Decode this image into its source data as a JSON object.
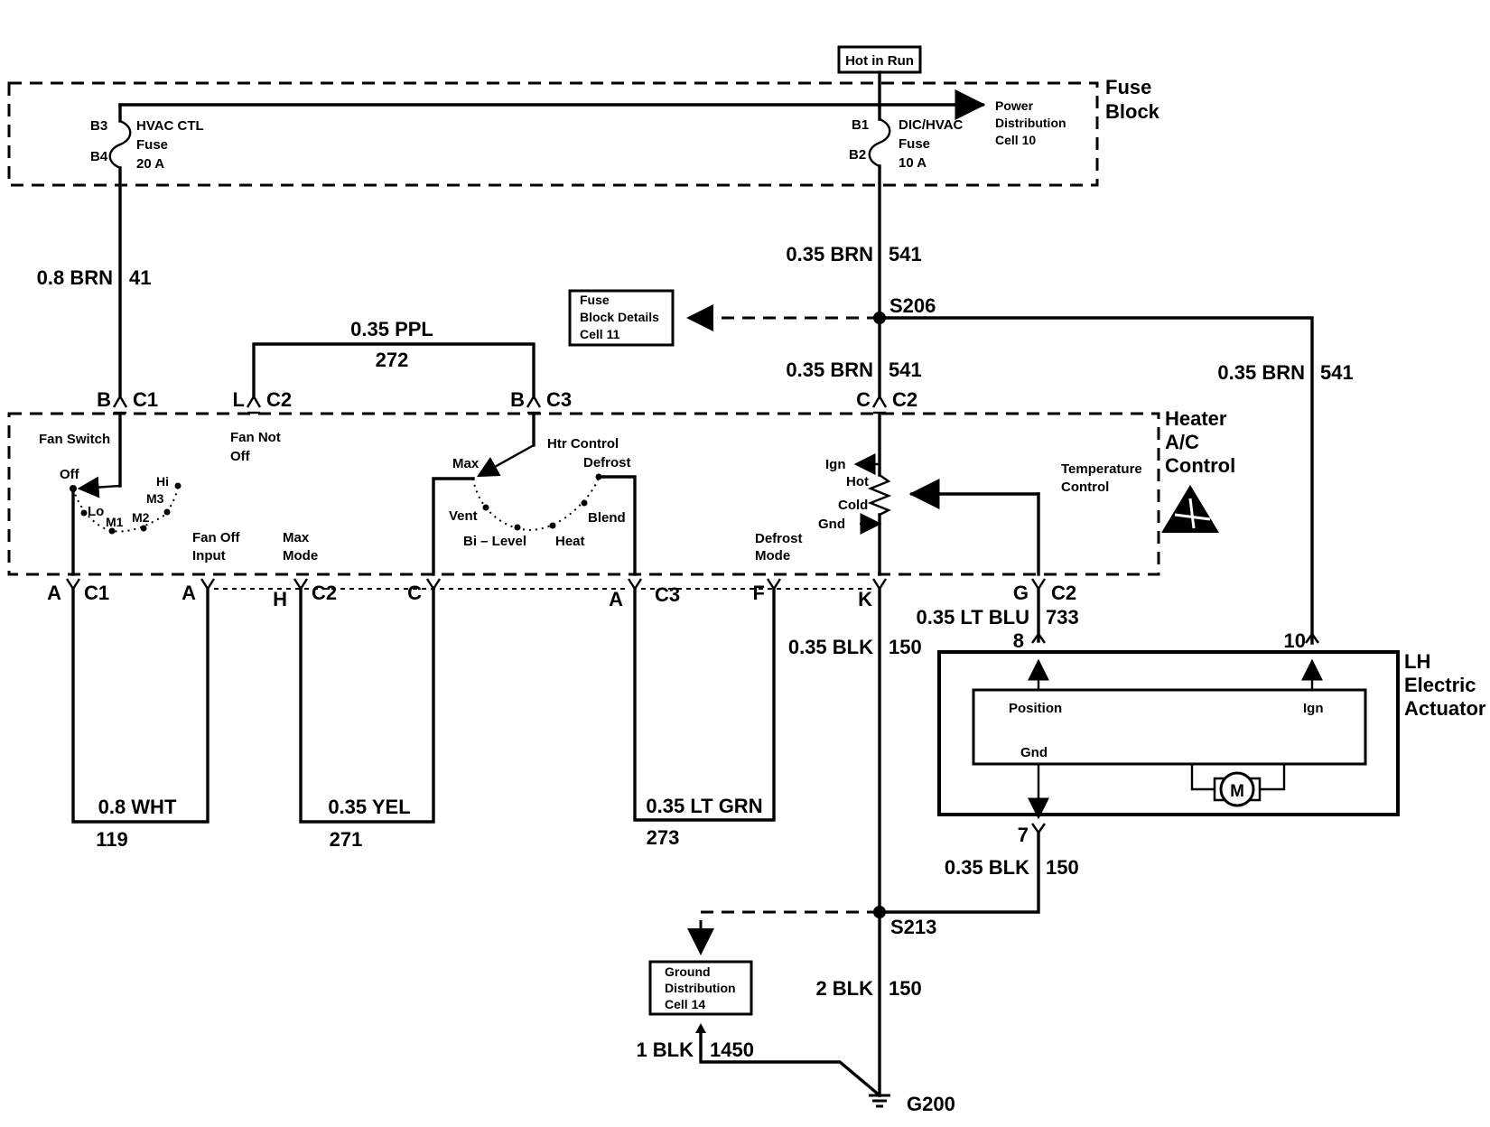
{
  "power": {
    "hot_in_run": "Hot in Run",
    "fuse_block": [
      "Fuse",
      "Block"
    ],
    "power_distribution": [
      "Power",
      "Distribution",
      "Cell 10"
    ]
  },
  "fuses": {
    "hvac": {
      "pin_top": "B3",
      "pin_bottom": "B4",
      "name": [
        "HVAC CTL",
        "Fuse",
        "20 A"
      ]
    },
    "dic": {
      "pin_top": "B1",
      "pin_bottom": "B2",
      "name": [
        "DIC/HVAC",
        "Fuse",
        "10 A"
      ]
    }
  },
  "wires": {
    "w41": {
      "gauge": "0.8 BRN",
      "circuit": "41"
    },
    "w541_top": {
      "gauge": "0.35 BRN",
      "circuit": "541"
    },
    "w541_mid": {
      "gauge": "0.35 BRN",
      "circuit": "541"
    },
    "w541_right": {
      "gauge": "0.35 BRN",
      "circuit": "541"
    },
    "w272": {
      "gauge": "0.35 PPL",
      "circuit": "272"
    },
    "w119": {
      "gauge": "0.8 WHT",
      "circuit": "119"
    },
    "w271": {
      "gauge": "0.35 YEL",
      "circuit": "271"
    },
    "w273": {
      "gauge": "0.35 LT GRN",
      "circuit": "273"
    },
    "w733": {
      "gauge": "0.35 LT BLU",
      "circuit": "733"
    },
    "w150a": {
      "gauge": "0.35 BLK",
      "circuit": "150"
    },
    "w150b": {
      "gauge": "0.35 BLK",
      "circuit": "150"
    },
    "w150c": {
      "gauge": "2 BLK",
      "circuit": "150"
    },
    "w1450": {
      "gauge": "1 BLK",
      "circuit": "1450"
    }
  },
  "splices": {
    "s206": "S206",
    "s213": "S213",
    "g200": "G200"
  },
  "references": {
    "fuse_block_details": [
      "Fuse",
      "Block Details",
      "Cell 11"
    ],
    "ground_distribution": [
      "Ground",
      "Distribution",
      "Cell 14"
    ]
  },
  "connectors": {
    "top": [
      {
        "pin": "B",
        "conn": "C1"
      },
      {
        "pin": "L",
        "conn": "C2"
      },
      {
        "pin": "B",
        "conn": "C3"
      },
      {
        "pin": "C",
        "conn": "C2"
      }
    ],
    "bottom": [
      {
        "pin": "A",
        "conn": "C1"
      },
      {
        "pin": "A",
        "conn": ""
      },
      {
        "pin": "H",
        "conn": "C2"
      },
      {
        "pin": "C",
        "conn": ""
      },
      {
        "pin": "A",
        "conn": "C3"
      },
      {
        "pin": "F",
        "conn": ""
      },
      {
        "pin": "K",
        "conn": ""
      },
      {
        "pin": "G",
        "conn": "C2"
      }
    ],
    "actuator": {
      "pin8": "8",
      "pin10": "10",
      "pin7": "7"
    }
  },
  "control": {
    "title": [
      "Heater",
      "A/C",
      "Control"
    ],
    "fan_switch": "Fan Switch",
    "fan_positions": [
      "Off",
      "Lo",
      "M1",
      "M2",
      "M3",
      "Hi"
    ],
    "fan_not_off": [
      "Fan Not",
      "Off"
    ],
    "fan_off_input": [
      "Fan Off",
      "Input"
    ],
    "max_mode": [
      "Max",
      "Mode"
    ],
    "htr_control": "Htr Control",
    "htr_positions": [
      "Max",
      "Defrost",
      "Vent",
      "Bi – Level",
      "Heat",
      "Blend"
    ],
    "defrost_mode": [
      "Defrost",
      "Mode"
    ],
    "temp": {
      "ign": "Ign",
      "hot": "Hot",
      "cold": "Cold",
      "gnd": "Gnd"
    },
    "temperature_control": [
      "Temperature",
      "Control"
    ]
  },
  "actuator": {
    "title": [
      "LH",
      "Electric",
      "Actuator"
    ],
    "position": "Position",
    "ign": "Ign",
    "gnd": "Gnd",
    "motor": "M"
  }
}
